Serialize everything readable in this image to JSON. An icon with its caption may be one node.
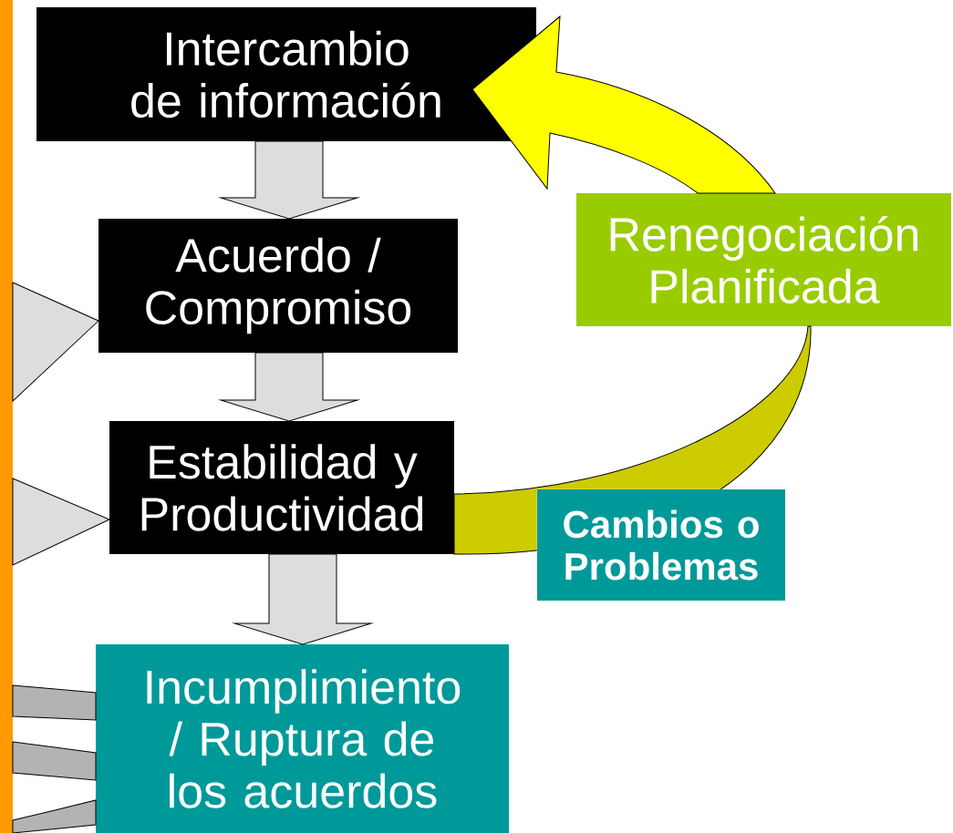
{
  "diagram": {
    "nodes": [
      {
        "text": [
          "Intercambio de información"
        ]
      },
      {
        "text": [
          "Acuerdo / Compromiso"
        ]
      },
      {
        "text": [
          "Estabilidad y Productividad"
        ]
      },
      {
        "text": [
          "Incumplimiento / Ruptura de los acuerdos"
        ]
      },
      {
        "text": [
          "Renegociación Planificada"
        ]
      },
      {
        "text": [
          "Cambios o Problemas"
        ]
      },
      {
        "text": [],
        "shape": "bar"
      }
    ],
    "edges": [
      {
        "from": 0,
        "to": 1,
        "arrow": "to"
      },
      {
        "from": 1,
        "to": 2,
        "arrow": "to"
      },
      {
        "from": 2,
        "to": 3,
        "arrow": "to"
      },
      {
        "from": 2,
        "to": 4,
        "arrow": "none",
        "color": "#cccc00"
      },
      {
        "from": 4,
        "to": 0,
        "arrow": "to",
        "color": "#ffff00"
      },
      {
        "from": 6,
        "to": 1,
        "arrow": "to"
      },
      {
        "from": 6,
        "to": 2,
        "arrow": "to"
      },
      {
        "from": 6,
        "to": 3,
        "arrow": "none",
        "color": "#b3b3b3"
      },
      {
        "from": 6,
        "to": 3,
        "arrow": "none",
        "color": "#b3b3b3"
      },
      {
        "from": 6,
        "to": 3,
        "arrow": "none",
        "color": "#b3b3b3"
      }
    ]
  }
}
